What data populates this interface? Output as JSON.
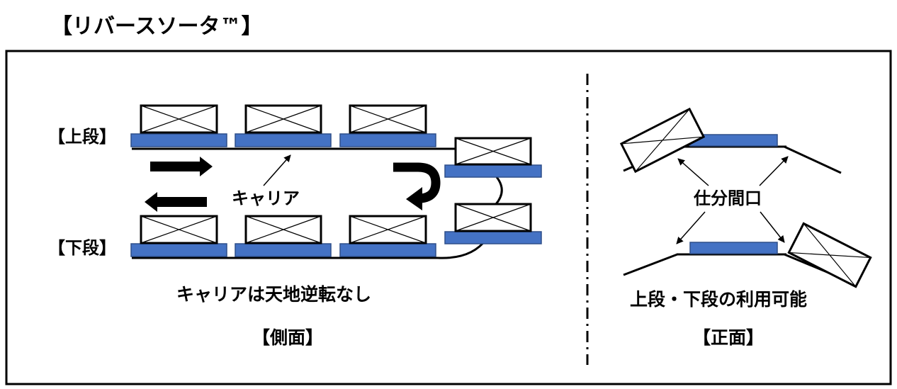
{
  "title": "【リバースソータ™】",
  "side_view": {
    "upper_label": "【上段】",
    "lower_label": "【下段】",
    "carrier_label": "キャリア",
    "note": "キャリアは天地逆転なし",
    "caption": "【側面】"
  },
  "front_view": {
    "opening_label": "仕分間口",
    "note": "上段・下段の利用可能",
    "caption": "【正面】"
  },
  "colors": {
    "carrier_blue": "#4472C4",
    "carrier_border": "#2F4F8A",
    "line": "#000000"
  }
}
